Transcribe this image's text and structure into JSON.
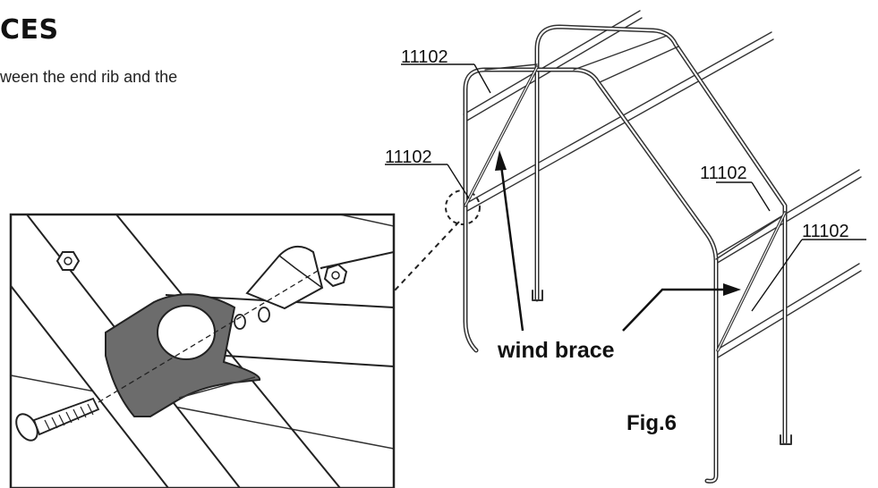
{
  "heading": "CES",
  "intro_text": "ween the end rib and the",
  "part_labels": [
    "11102",
    "11102",
    "11102",
    "11102"
  ],
  "callout": "wind brace",
  "figure_label": "Fig.6",
  "icons": [
    "hex-nut-icon",
    "bolt-icon",
    "bracket-icon"
  ]
}
